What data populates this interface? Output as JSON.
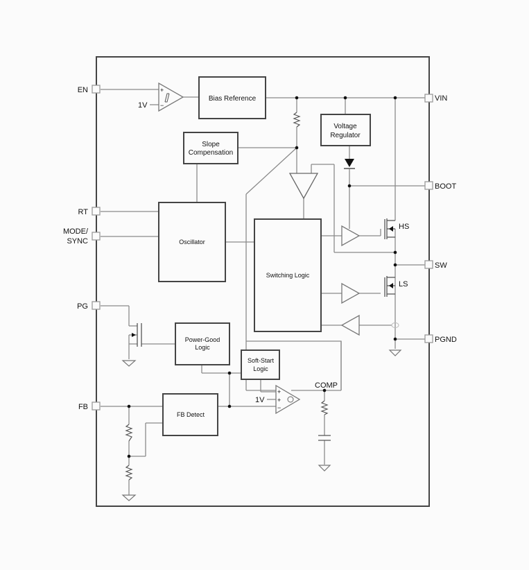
{
  "diagram": {
    "type": "functional-block-diagram",
    "pins": {
      "en": "EN",
      "rt": "RT",
      "mode": "MODE/",
      "sync": "SYNC",
      "pg": "PG",
      "fb": "FB",
      "vin": "VIN",
      "boot": "BOOT",
      "sw": "SW",
      "pgnd": "PGND"
    },
    "blocks": {
      "bias_reference": "Bias Reference",
      "slope_comp_1": "Slope",
      "slope_comp_2": "Compensation",
      "voltage_reg_1": "Voltage",
      "voltage_reg_2": "Regulator",
      "oscillator": "Oscillator",
      "switching_logic": "Switching Logic",
      "power_good_1": "Power-Good",
      "power_good_2": "Logic",
      "soft_start_1": "Soft-Start",
      "soft_start_2": "Logic",
      "fb_detect": "FB Detect"
    },
    "labels": {
      "en_ref": "1V",
      "ea_ref": "1V",
      "comp": "COMP",
      "hs": "HS",
      "ls": "LS",
      "plus": "+",
      "minus": "−"
    }
  }
}
